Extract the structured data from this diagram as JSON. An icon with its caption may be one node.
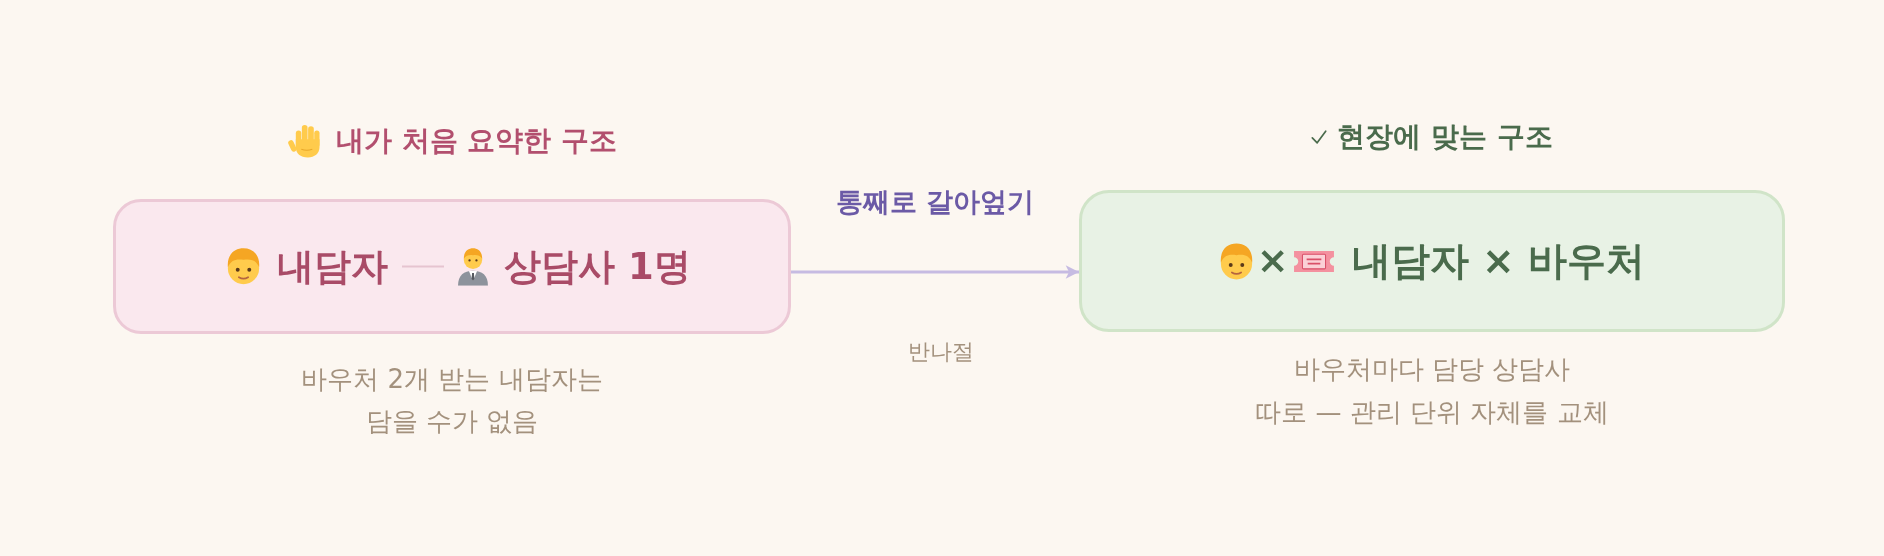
{
  "diagram": {
    "nodes": [
      {
        "text": [
          "내가 처음 요약한 구조"
        ],
        "beside": [
          "바우처 2개 받는 내담자는 담을 수가 없음"
        ]
      },
      {
        "text": [
          "내담자"
        ],
        "in": 0
      },
      {
        "text": [
          "상담사 1명"
        ],
        "in": 0
      },
      {
        "text": [
          "현장에 맞는 구조",
          "×",
          "내담자 × 바우처"
        ],
        "beside": [
          "바우처마다 담당 상담사 따로 — 관리 단위 자체를 교체"
        ]
      }
    ],
    "edges": [
      {
        "from": 1,
        "to": 2,
        "arrow": "none",
        "color": "#e6c4d0"
      },
      {
        "from": 0,
        "to": 3,
        "arrow": "to",
        "label": "통째로 갈아엎기",
        "color": "#c6bbe2"
      }
    ],
    "labels": [
      "반나절"
    ]
  }
}
